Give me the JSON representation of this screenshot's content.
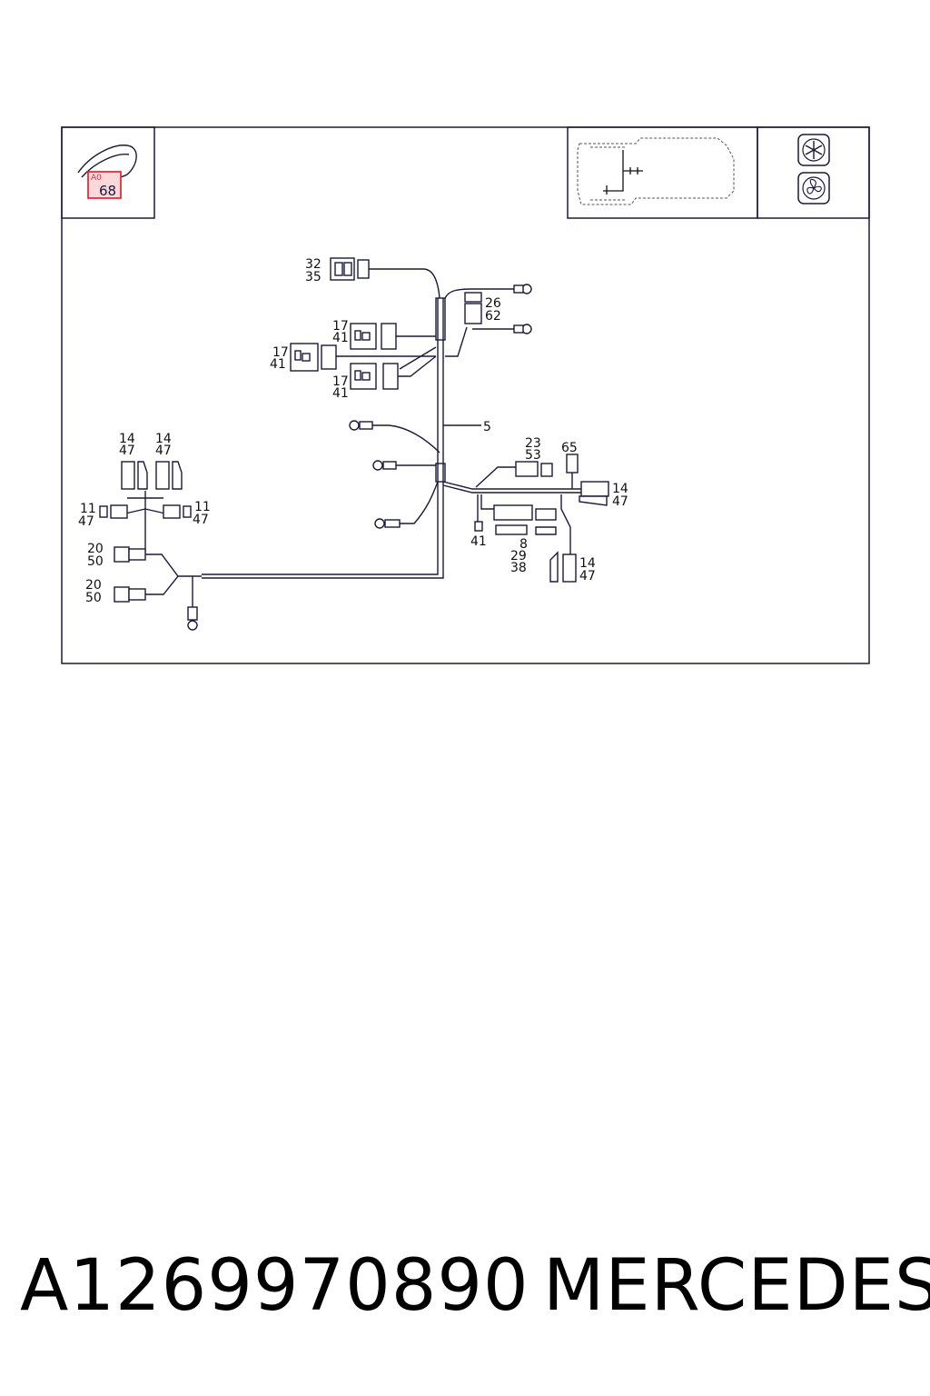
{
  "colors": {
    "line": "#1a1a3a",
    "highlight": "#e0303a",
    "highlight_fill": "#fbd8da"
  },
  "icons": [
    "cable-tie-icon",
    "vehicle-outline-icon",
    "ac-snowflake-icon",
    "fan-icon"
  ],
  "header": {
    "badge_ref": "68",
    "badge_top": "A0"
  },
  "diagram": {
    "callouts": {
      "c32": "32",
      "c35": "35",
      "c26": "26",
      "c62": "62",
      "c17a": "17",
      "c41a": "41",
      "c17b": "17",
      "c41b": "41",
      "c17c": "17",
      "c41c": "41",
      "c5": "5",
      "c14a": "14",
      "c47a": "47",
      "c14b": "14",
      "c47b": "47",
      "c11a": "11",
      "c47c": "47",
      "c11b": "11",
      "c47d": "47",
      "c20a": "20",
      "c50a": "50",
      "c20b": "20",
      "c50b": "50",
      "c23": "23",
      "c53": "53",
      "c65": "65",
      "c14c": "14",
      "c47e": "47",
      "c41d": "41",
      "c8": "8",
      "c29": "29",
      "c38": "38",
      "c14d": "14",
      "c47f": "47"
    }
  },
  "footer": {
    "part_number": "A1269970890",
    "brand": "MERCEDES"
  }
}
